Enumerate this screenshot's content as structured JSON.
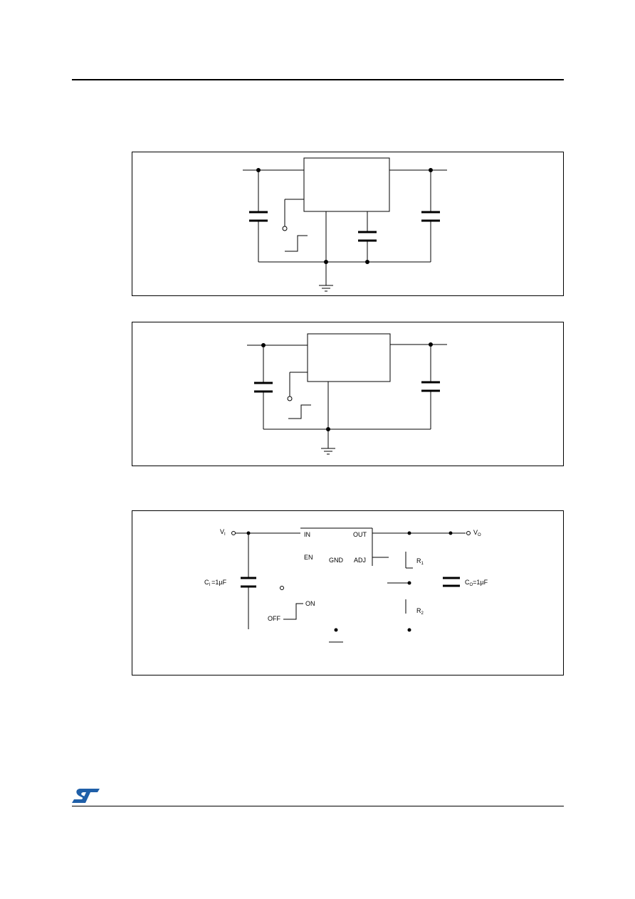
{
  "page": {
    "logo": "ST"
  },
  "figure3": {
    "labels": {
      "vin": "V",
      "vin_sub": "I",
      "vout": "V",
      "vout_sub": "O",
      "pin_in": "IN",
      "pin_out": "OUT",
      "pin_en": "EN",
      "pin_gnd": "GND",
      "pin_adj": "ADJ",
      "r1": "R",
      "r1_sub": "1",
      "r2": "R",
      "r2_sub": "2",
      "cin": "C",
      "cin_sub": "I",
      "cin_value": "=1µF",
      "cout": "C",
      "cout_sub": "O",
      "cout_value": "=1µF",
      "on": "ON",
      "off": "OFF"
    }
  }
}
